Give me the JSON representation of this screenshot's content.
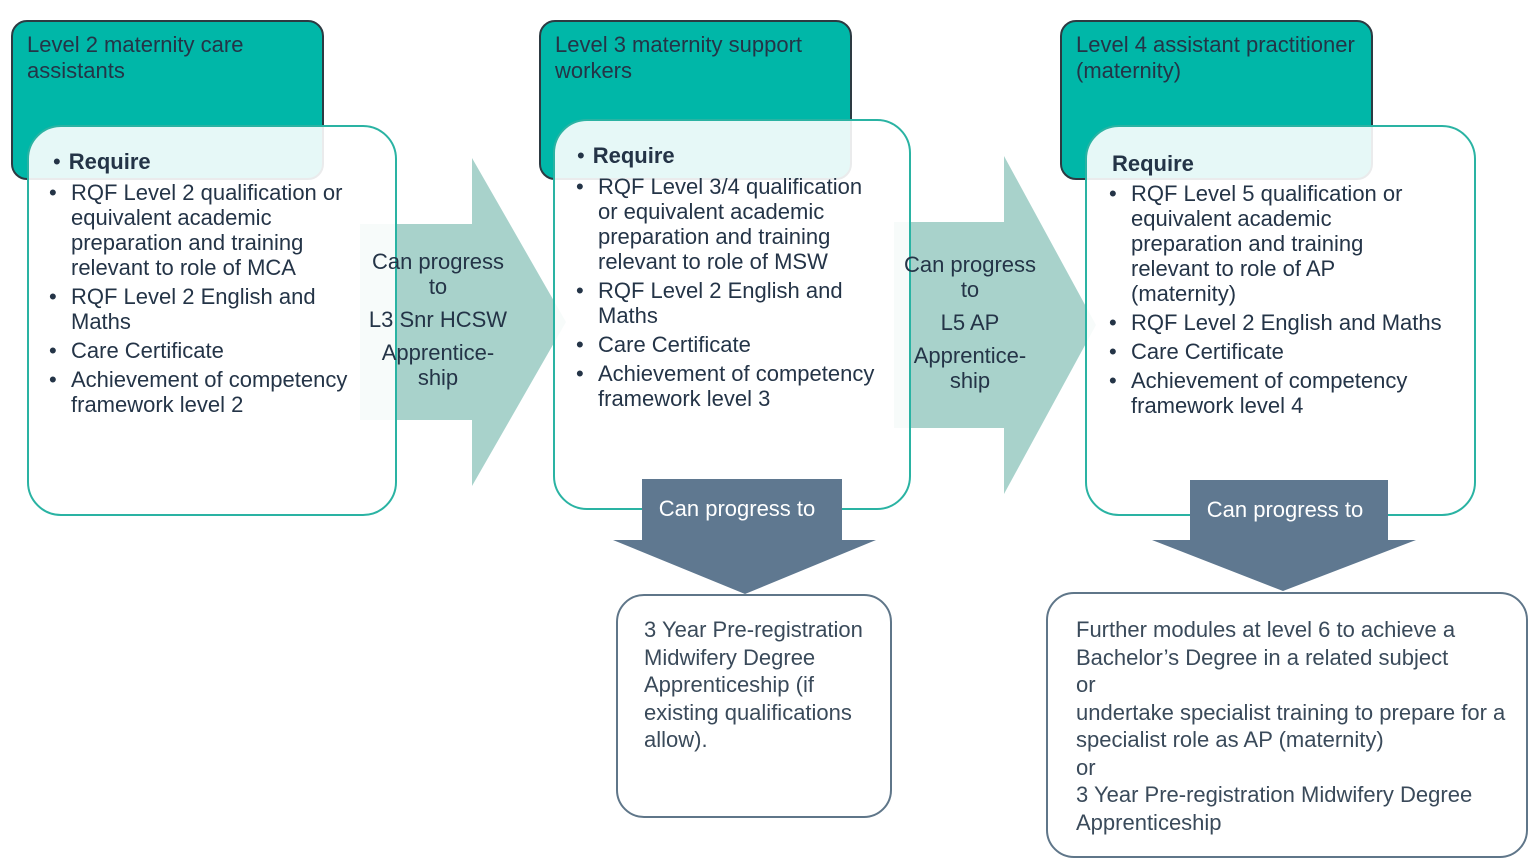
{
  "columns": [
    {
      "header": "Level 2 maternity care assistants",
      "require_label": "Require",
      "items": [
        "RQF Level 2 qualification or equivalent academic preparation and training relevant to role of MCA",
        "RQF Level 2 English and Maths",
        "Care Certificate",
        "Achievement of competency framework level 2"
      ]
    },
    {
      "header": "Level 3 maternity support workers",
      "require_label": "Require",
      "items": [
        "RQF Level 3/4 qualification or equivalent academic preparation and training relevant to role of MSW",
        "RQF Level 2 English and Maths",
        "Care Certificate",
        "Achievement of competency framework level 3"
      ]
    },
    {
      "header": "Level 4 assistant practitioner (maternity)",
      "require_label": "Require",
      "items": [
        "RQF Level 5 qualification or equivalent academic preparation and training relevant to role of AP (maternity)",
        "RQF Level 2 English and Maths",
        "Care Certificate",
        "Achievement of competency framework level 4"
      ]
    }
  ],
  "right_arrows": [
    {
      "line1": "Can progress to",
      "line2": "L3 Snr HCSW",
      "line3": "Apprentice-ship"
    },
    {
      "line1": "Can progress to",
      "line2": "L5 AP",
      "line3": "Apprentice-ship"
    }
  ],
  "down_arrows": [
    {
      "label": "Can progress to"
    },
    {
      "label": "Can progress to"
    }
  ],
  "outcomes": [
    {
      "lines": [
        "3 Year Pre-registration Midwifery Degree Apprenticeship (if existing qualifications allow)."
      ]
    },
    {
      "lines": [
        "Further modules at level 6 to achieve a Bachelor’s Degree in a related subject",
        "or",
        "undertake specialist training to prepare for a specialist role as AP (maternity)",
        "or",
        "3 Year Pre-registration Midwifery Degree Apprenticeship"
      ]
    }
  ],
  "colors": {
    "header_fill": "#00b7a8",
    "card_border": "#2ab3a3",
    "right_arrow_fill": "#a8d2cb",
    "down_arrow_fill": "#5f7890",
    "text": "#243447"
  }
}
